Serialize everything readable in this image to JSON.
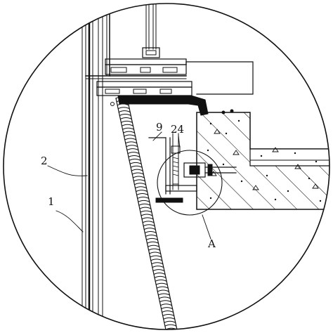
{
  "drawing": {
    "callouts": {
      "c1": "1",
      "c2": "2",
      "c9": "9",
      "c24": "24",
      "detail_a": "A"
    },
    "colors": {
      "line": "#111111",
      "background": "#ffffff"
    },
    "icons": [
      "detail-circle",
      "concrete-hatch",
      "spiral-insulation-strip",
      "anchor-bolt"
    ]
  }
}
